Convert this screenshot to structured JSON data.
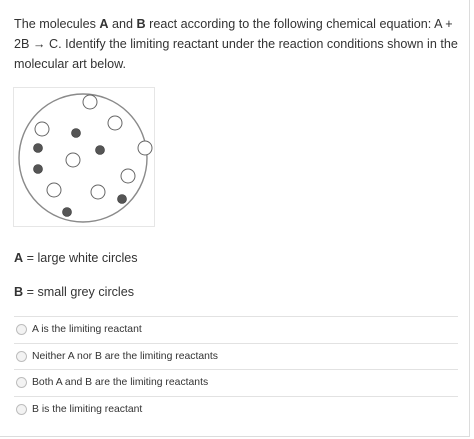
{
  "question": {
    "part1": "The molecules ",
    "a": "A",
    "part2": " and ",
    "b": "B",
    "part3": " react according to the following chemical equation: A + 2B → C. Identify the limiting reactant under the reaction conditions shown in the molecular art below."
  },
  "figure": {
    "molecules": [
      {
        "type": "A"
      },
      {
        "type": "A"
      },
      {
        "type": "A"
      },
      {
        "type": "A"
      },
      {
        "type": "A"
      },
      {
        "type": "A"
      },
      {
        "type": "A"
      },
      {
        "type": "A"
      },
      {
        "type": "B"
      },
      {
        "type": "B"
      },
      {
        "type": "B"
      },
      {
        "type": "B"
      },
      {
        "type": "B"
      },
      {
        "type": "B"
      }
    ]
  },
  "definitions": {
    "a_symbol": "A",
    "a_text": " = large white circles",
    "b_symbol": "B",
    "b_text": " = small grey circles"
  },
  "options": [
    {
      "label": "A is the limiting reactant",
      "selected": false
    },
    {
      "label": "Neither A nor B are the limiting reactants",
      "selected": false
    },
    {
      "label": "Both A and B are the limiting reactants",
      "selected": false
    },
    {
      "label": "B is the limiting reactant",
      "selected": false
    }
  ],
  "colors": {
    "molecule_a_fill": "#ffffff",
    "molecule_b_fill": "#555555",
    "container_stroke": "#8a8a8a"
  }
}
